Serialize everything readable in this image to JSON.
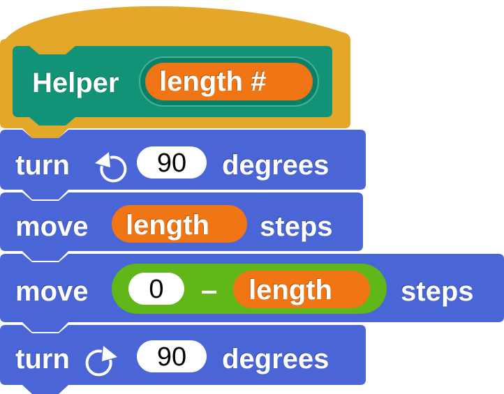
{
  "colors": {
    "hat": "#e3a72a",
    "custom_block": "#129377",
    "motion": "#4a65d6",
    "variable": "#ef7515",
    "operator": "#5fb71a",
    "number_slot": "#ffffff"
  },
  "script": {
    "hat": {
      "block_name": "Helper",
      "param_label": "length #"
    },
    "block1": {
      "verb": "turn",
      "icon": "rotate-left-icon",
      "value": "90",
      "suffix": "degrees"
    },
    "block2": {
      "verb": "move",
      "variable": "length",
      "suffix": "steps"
    },
    "block3": {
      "verb": "move",
      "operand_left": "0",
      "operator": "–",
      "variable": "length",
      "suffix": "steps"
    },
    "block4": {
      "verb": "turn",
      "icon": "rotate-right-icon",
      "value": "90",
      "suffix": "degrees"
    }
  }
}
